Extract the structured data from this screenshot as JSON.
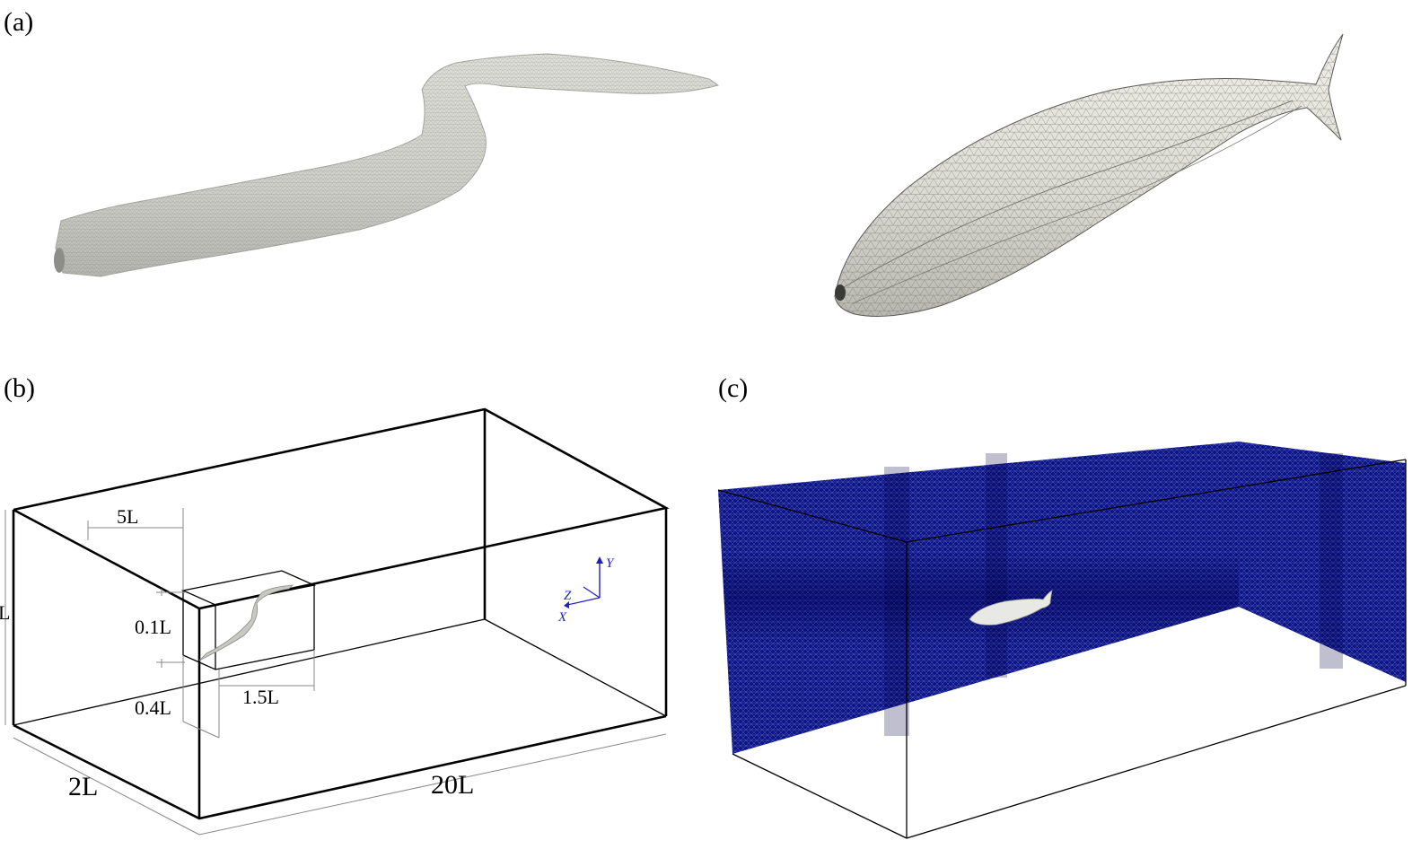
{
  "panels": {
    "a": {
      "label": "(a)"
    },
    "b": {
      "label": "(b)"
    },
    "c": {
      "label": "(c)"
    }
  },
  "dimensions": {
    "five_l": "5L",
    "height_l": "L",
    "tenth_l": "0.1L",
    "four_tenths_l": "0.4L",
    "one_half_l": "1.5L",
    "two_l": "2L",
    "twenty_l": "20L"
  },
  "axes": {
    "x": "X",
    "y": "Y",
    "z": "Z"
  },
  "colors": {
    "mesh_fill": "#dcdcd6",
    "mesh_line": "#6a6a66",
    "mesh_plane": "#0c1488",
    "axis_color": "#1f1fc8",
    "box_line": "#000000"
  }
}
